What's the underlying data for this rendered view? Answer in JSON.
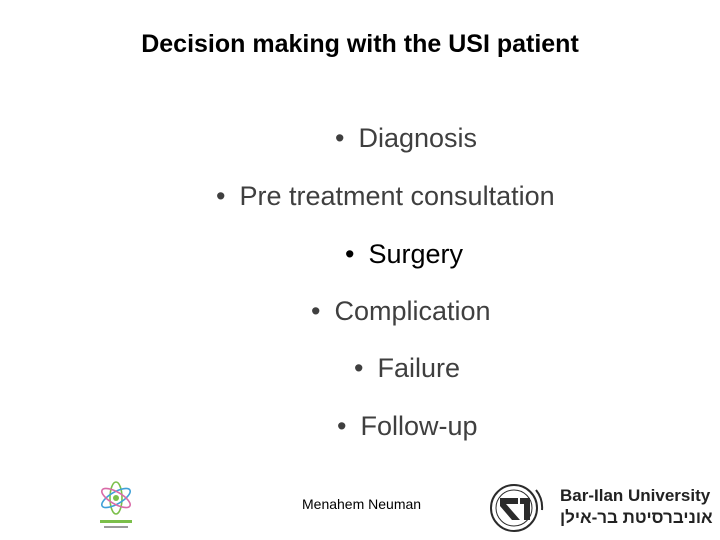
{
  "slide": {
    "title": "Decision making with the USI patient",
    "bullet_symbol": "•",
    "bullets": [
      "Diagnosis",
      "Pre treatment consultation",
      "Surgery",
      "Complication",
      "Failure",
      "Follow-up"
    ]
  },
  "footer": {
    "author": "Menahem Neuman",
    "university_name_en": "Bar-Ilan University",
    "university_name_he": "אוניברסיטת בר-אילן",
    "left_logo_icon": "flower-emblem-icon",
    "right_logo_icon": "bar-ilan-emblem-icon"
  },
  "colors": {
    "title": "#000000",
    "bullet_text": "#3f3f3f",
    "highlighted_bullet": "#000000",
    "logo_dark": "#2b2b2b",
    "logo_green": "#7bbf4a",
    "logo_blue": "#3fa0d8",
    "logo_pink": "#d96aa7"
  }
}
